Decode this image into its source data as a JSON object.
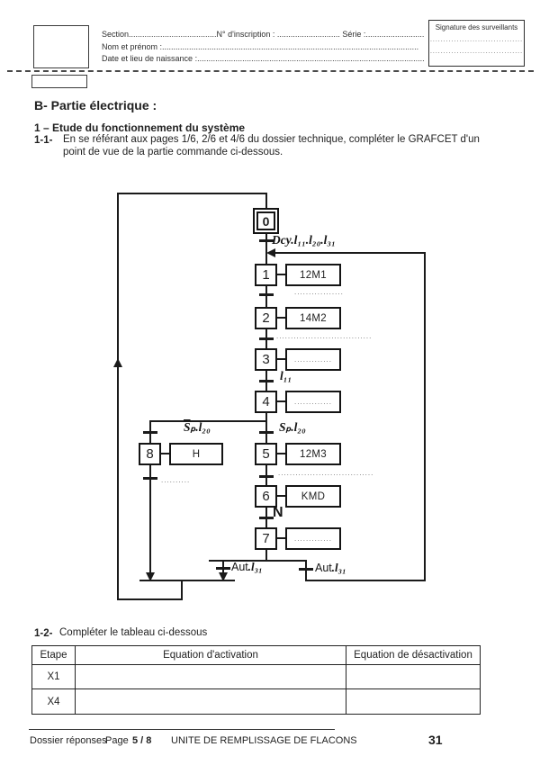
{
  "header": {
    "section_line": "Section.......................................N° d'inscription : ............................  Série :..........................",
    "name_line": "Nom et prénom :..................................................................................................................",
    "birth_line": "Date et lieu de naissance :.....................................................................................................",
    "signature_title": "Signature des surveillants",
    "signature_line1": "...................................",
    "signature_line2": "..................................."
  },
  "sections": {
    "b_heading": "B- Partie électrique :",
    "s1_heading": "1 – Etude du fonctionnement  du système",
    "s11_label": "1-1-",
    "s11_text": "En se référant aux pages 1/6, 2/6 et 4/6 du dossier technique, compléter le GRAFCET d'un point de vue de la partie commande ci-dessous.",
    "s12_label": "1-2-",
    "s12_text": "Compléter le tableau ci-dessous"
  },
  "grafcet": {
    "steps": [
      {
        "num": "0"
      },
      {
        "num": "1",
        "action": "12M1"
      },
      {
        "num": "2",
        "action": "14M2"
      },
      {
        "num": "3",
        "action": "............."
      },
      {
        "num": "4",
        "action": "............."
      },
      {
        "num": "5",
        "action": "12M3"
      },
      {
        "num": "6",
        "action": "KMD"
      },
      {
        "num": "7",
        "action": "............."
      },
      {
        "num": "8",
        "action": "H"
      }
    ],
    "labels": {
      "dcy": "Dcy.l₁₁.l₂₀.l₃₁",
      "t1_dots": "....................",
      "t2_dots": "........................................",
      "l11": "l₁₁",
      "sp_left_bar": "S",
      "sp_left_rest": "ₚ.l₂₀",
      "sp_right": "Sₚ.l₂₀",
      "t8_dots": "..........",
      "t5_dots": "........................................",
      "n": "N",
      "aut_left_bar": "Aut",
      "aut_left_rest": ".l₃₁",
      "aut_right_main": "Aut",
      "aut_right_rest": ".l₃₁"
    }
  },
  "table": {
    "headers": [
      "Etape",
      "Equation d'activation",
      "Equation de désactivation"
    ],
    "rows": [
      {
        "etape": "X1"
      },
      {
        "etape": "X4"
      }
    ]
  },
  "footer": {
    "doc_label": "Dossier réponses",
    "page_label": "Page",
    "page_value": "5 / 8",
    "doc_title": "UNITE DE REMPLISSAGE DE FLACONS",
    "page_number": "31"
  }
}
